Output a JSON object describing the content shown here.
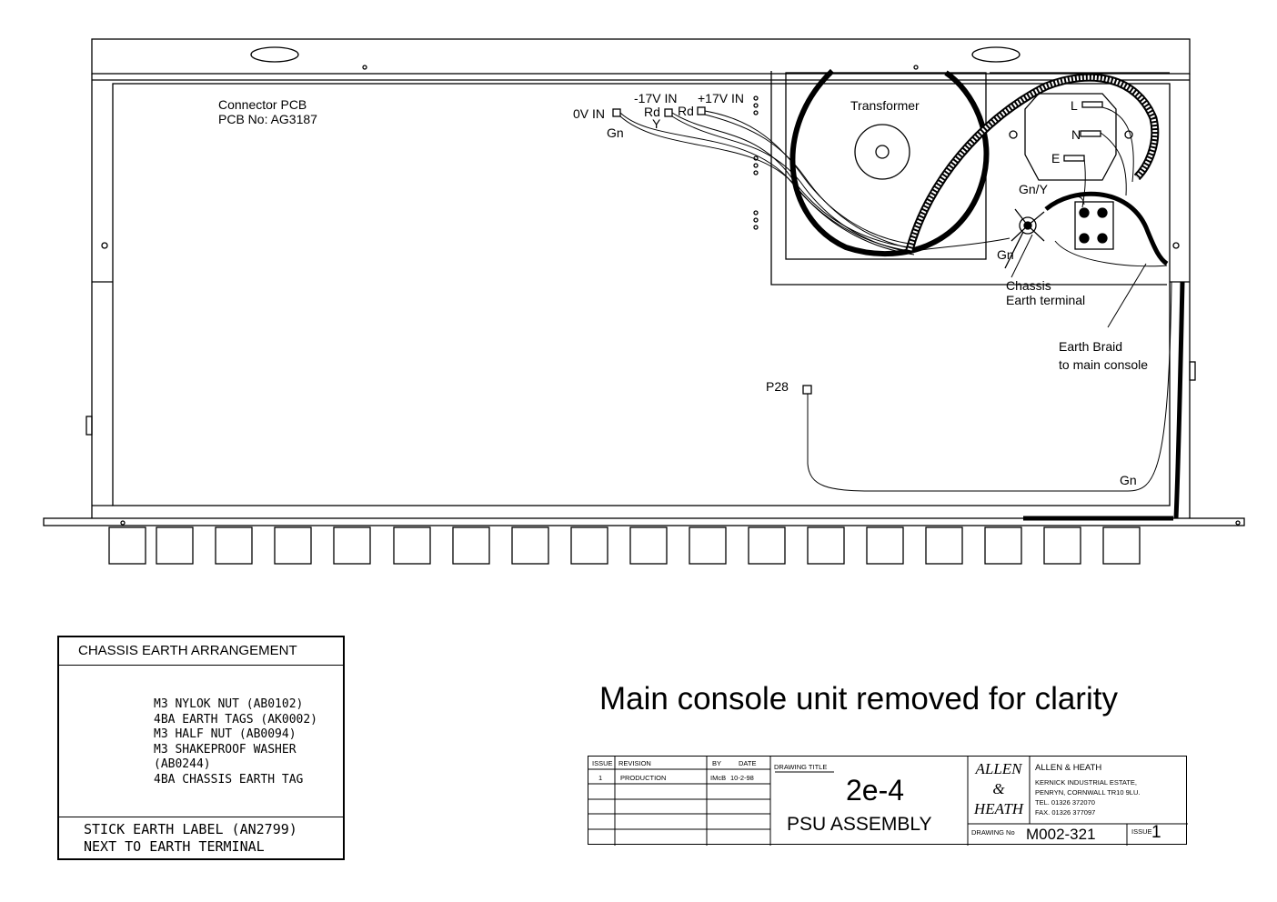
{
  "pcb": {
    "title": "Connector PCB",
    "number": "PCB No: AG3187"
  },
  "labels": {
    "zero_v_in": "0V IN",
    "minus17_in": "-17V IN",
    "plus17_in": "+17V IN",
    "rd_a": "Rd",
    "rd_b": "Rd",
    "y": "Y",
    "gn_top": "Gn",
    "transformer": "Transformer",
    "live": "L",
    "neutral": "N",
    "earth": "E",
    "gn_y": "Gn/Y",
    "gn_mid": "Gn",
    "chassis_earth_1": "Chassis",
    "chassis_earth_2": "Earth terminal",
    "earth_braid_1": "Earth Braid",
    "earth_braid_2": "to main console",
    "p28": "P28",
    "gn_bottom": "Gn"
  },
  "earth_arrangement": {
    "title": "CHASSIS EARTH ARRANGEMENT",
    "parts": [
      "M3 NYLOK NUT (AB0102)",
      "4BA EARTH TAGS (AK0002)",
      "M3 HALF NUT (AB0094)",
      "M3 SHAKEPROOF WASHER",
      "(AB0244)",
      "4BA CHASSIS EARTH TAG"
    ],
    "footer_line1": "STICK EARTH LABEL (AN2799)",
    "footer_line2": "NEXT TO EARTH TERMINAL"
  },
  "main_note": "Main console unit removed for clarity",
  "title_block": {
    "col_issue": "ISSUE",
    "col_revision": "REVISION",
    "col_by": "BY",
    "col_date": "DATE",
    "row_issue": "1",
    "row_revision": "PRODUCTION",
    "row_by": "IMcB",
    "row_date": "10-2-98",
    "drawing_title_label": "DRAWING TITLE",
    "drawing_code": "2e-4",
    "drawing_title": "PSU ASSEMBLY",
    "logo_line1": "ALLEN",
    "logo_line2": "&",
    "logo_line3": "HEATH",
    "company": "ALLEN & HEATH",
    "address1": "KERNICK INDUSTRIAL ESTATE,",
    "address2": "PENRYN, CORNWALL TR10 9LU.",
    "tel": "TEL. 01326 372070",
    "fax": "FAX. 01326 377097",
    "drawing_no_label": "DRAWING No",
    "drawing_no": "M002-321",
    "issue_label": "ISSUE",
    "issue": "1"
  }
}
